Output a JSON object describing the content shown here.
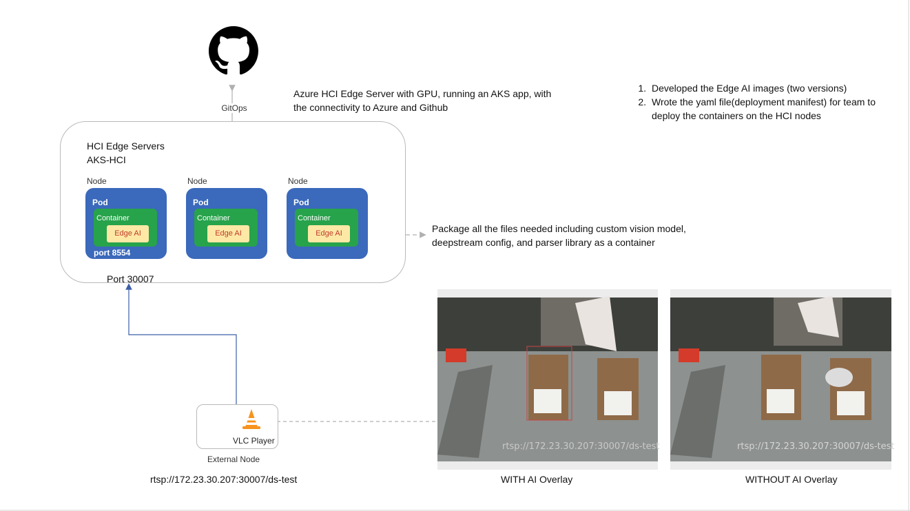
{
  "description": {
    "line1": "Azure HCI Edge Server with GPU, running an AKS app, with",
    "line2": "the connectivity to Azure and Github"
  },
  "steps": [
    {
      "num": "1.",
      "text": "Developed the Edge AI images (two versions)"
    },
    {
      "num": "2.",
      "text": "Wrote the yaml file(deployment manifest) for team to"
    },
    {
      "num": "",
      "text": "deploy the containers on the HCI nodes"
    }
  ],
  "gitops_label": "GitOps",
  "cluster": {
    "title": "HCI Edge Servers",
    "subtitle": "AKS-HCI",
    "port_external": "Port 30007",
    "nodes": [
      {
        "node_label": "Node",
        "pod_label": "Pod",
        "container_label": "Container",
        "app_label": "Edge AI",
        "port": "port 8554"
      },
      {
        "node_label": "Node",
        "pod_label": "Pod",
        "container_label": "Container",
        "app_label": "Edge AI",
        "port": ""
      },
      {
        "node_label": "Node",
        "pod_label": "Pod",
        "container_label": "Container",
        "app_label": "Edge AI",
        "port": ""
      }
    ]
  },
  "package": {
    "line1": "Package all the files needed including custom vision model,",
    "line2": "deepstream config, and parser library as a container"
  },
  "vlc": {
    "label": "VLC Player",
    "node_label": "External Node",
    "url": "rtsp://172.23.30.207:30007/ds-test"
  },
  "screens": [
    {
      "caption": "WITH AI Overlay",
      "overlay_text": "rtsp://172.23.30.207:30007/ds-test"
    },
    {
      "caption": "WITHOUT AI Overlay",
      "overlay_text": "rtsp://172.23.30.207:30007/ds-test"
    }
  ],
  "colors": {
    "pod": "#3b69bb",
    "container": "#27a34b",
    "edge_ai_fill": "#fde9a5",
    "edge_ai_text": "#c0392b",
    "arrow_blue": "#3b5ea8"
  }
}
